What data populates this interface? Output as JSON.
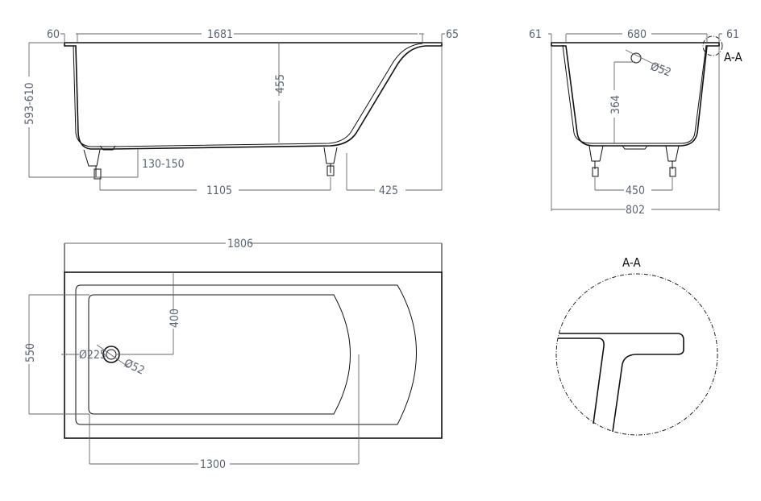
{
  "side_view": {
    "rim_left": "60",
    "inner_length": "1681",
    "rim_right": "65",
    "total_height": "593-610",
    "depth": "455",
    "leg_height": "130-150",
    "leg_spacing": "1105",
    "back_offset": "425"
  },
  "end_view": {
    "rim_left": "61",
    "inner_width": "680",
    "rim_right": "61",
    "section_marker": "A-A",
    "overflow_diameter": "Ø52",
    "overflow_height": "364",
    "leg_spacing": "450",
    "total_width": "802"
  },
  "top_view": {
    "total_length": "1806",
    "drain_offset": "400",
    "bottom_width": "550",
    "drain_position": "Ø225",
    "drain_diameter": "Ø52",
    "bottom_length": "1300"
  },
  "detail": {
    "title": "A-A"
  }
}
